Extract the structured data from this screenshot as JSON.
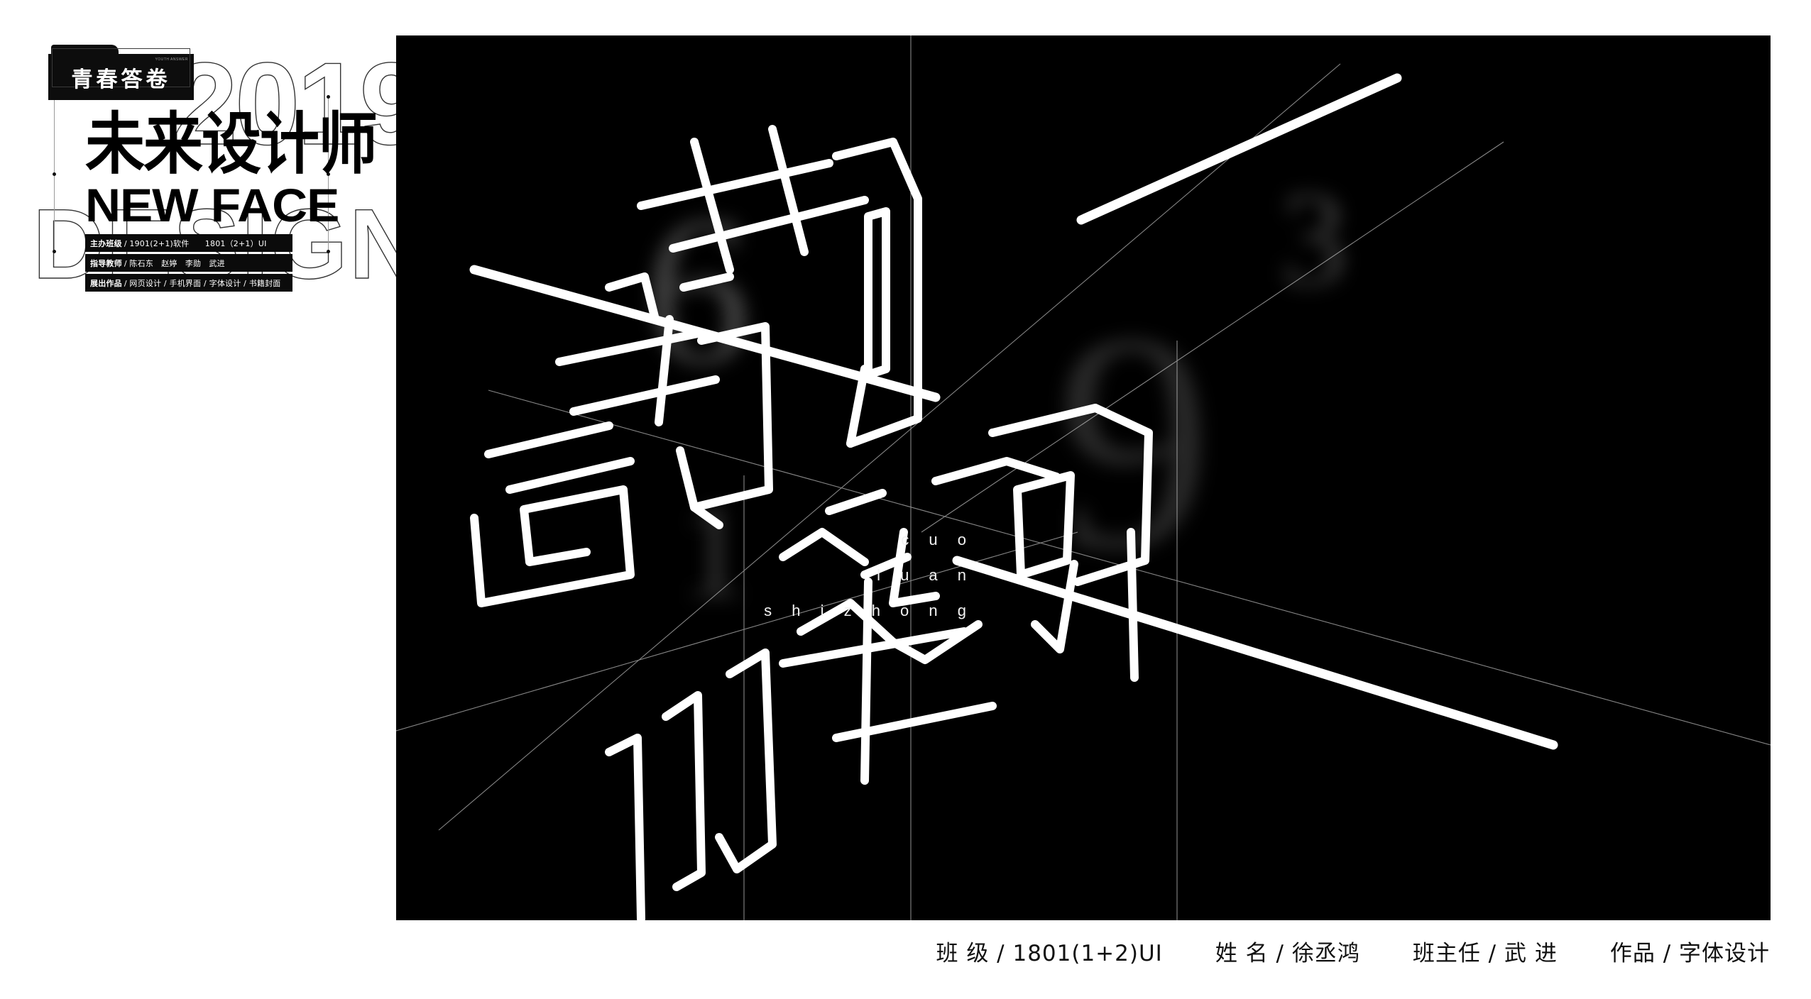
{
  "poster": {
    "background_color": "#ffffff",
    "canvas_color": "#000000",
    "artwork_stroke_color": "#ffffff"
  },
  "logo": {
    "ghost_year": "2019",
    "ghost_word": "DESIGNER",
    "chip_label": "青春答卷",
    "chip_micro": "YOUTH ANSWER",
    "headline_cn": "未来设计师",
    "headline_en": "NEW FACE",
    "info_bars": [
      {
        "key": "主办班级",
        "value": "/ 1901(2+1)软件　　1801（2+1）UI"
      },
      {
        "key": "指导教师",
        "value": "/ 陈石东　赵婷　李勋　武进"
      },
      {
        "key": "展出作品",
        "value": "/ 网页设计 / 手机界面 / 字体设计 / 书籍封面"
      }
    ]
  },
  "artwork": {
    "title_cn": "错乱时钟",
    "pinyin_lines": [
      "c u o",
      "l u a n",
      "s h i z h o n g"
    ],
    "ghost_clock_numerals": [
      "6",
      "3",
      "9",
      "1"
    ],
    "stroke_color": "#ffffff"
  },
  "caption": {
    "items": [
      "班 级 / 1801(1+2)UI",
      "姓  名 / 徐丞鸿",
      "班主任 / 武 进",
      "作品 / 字体设计"
    ]
  }
}
